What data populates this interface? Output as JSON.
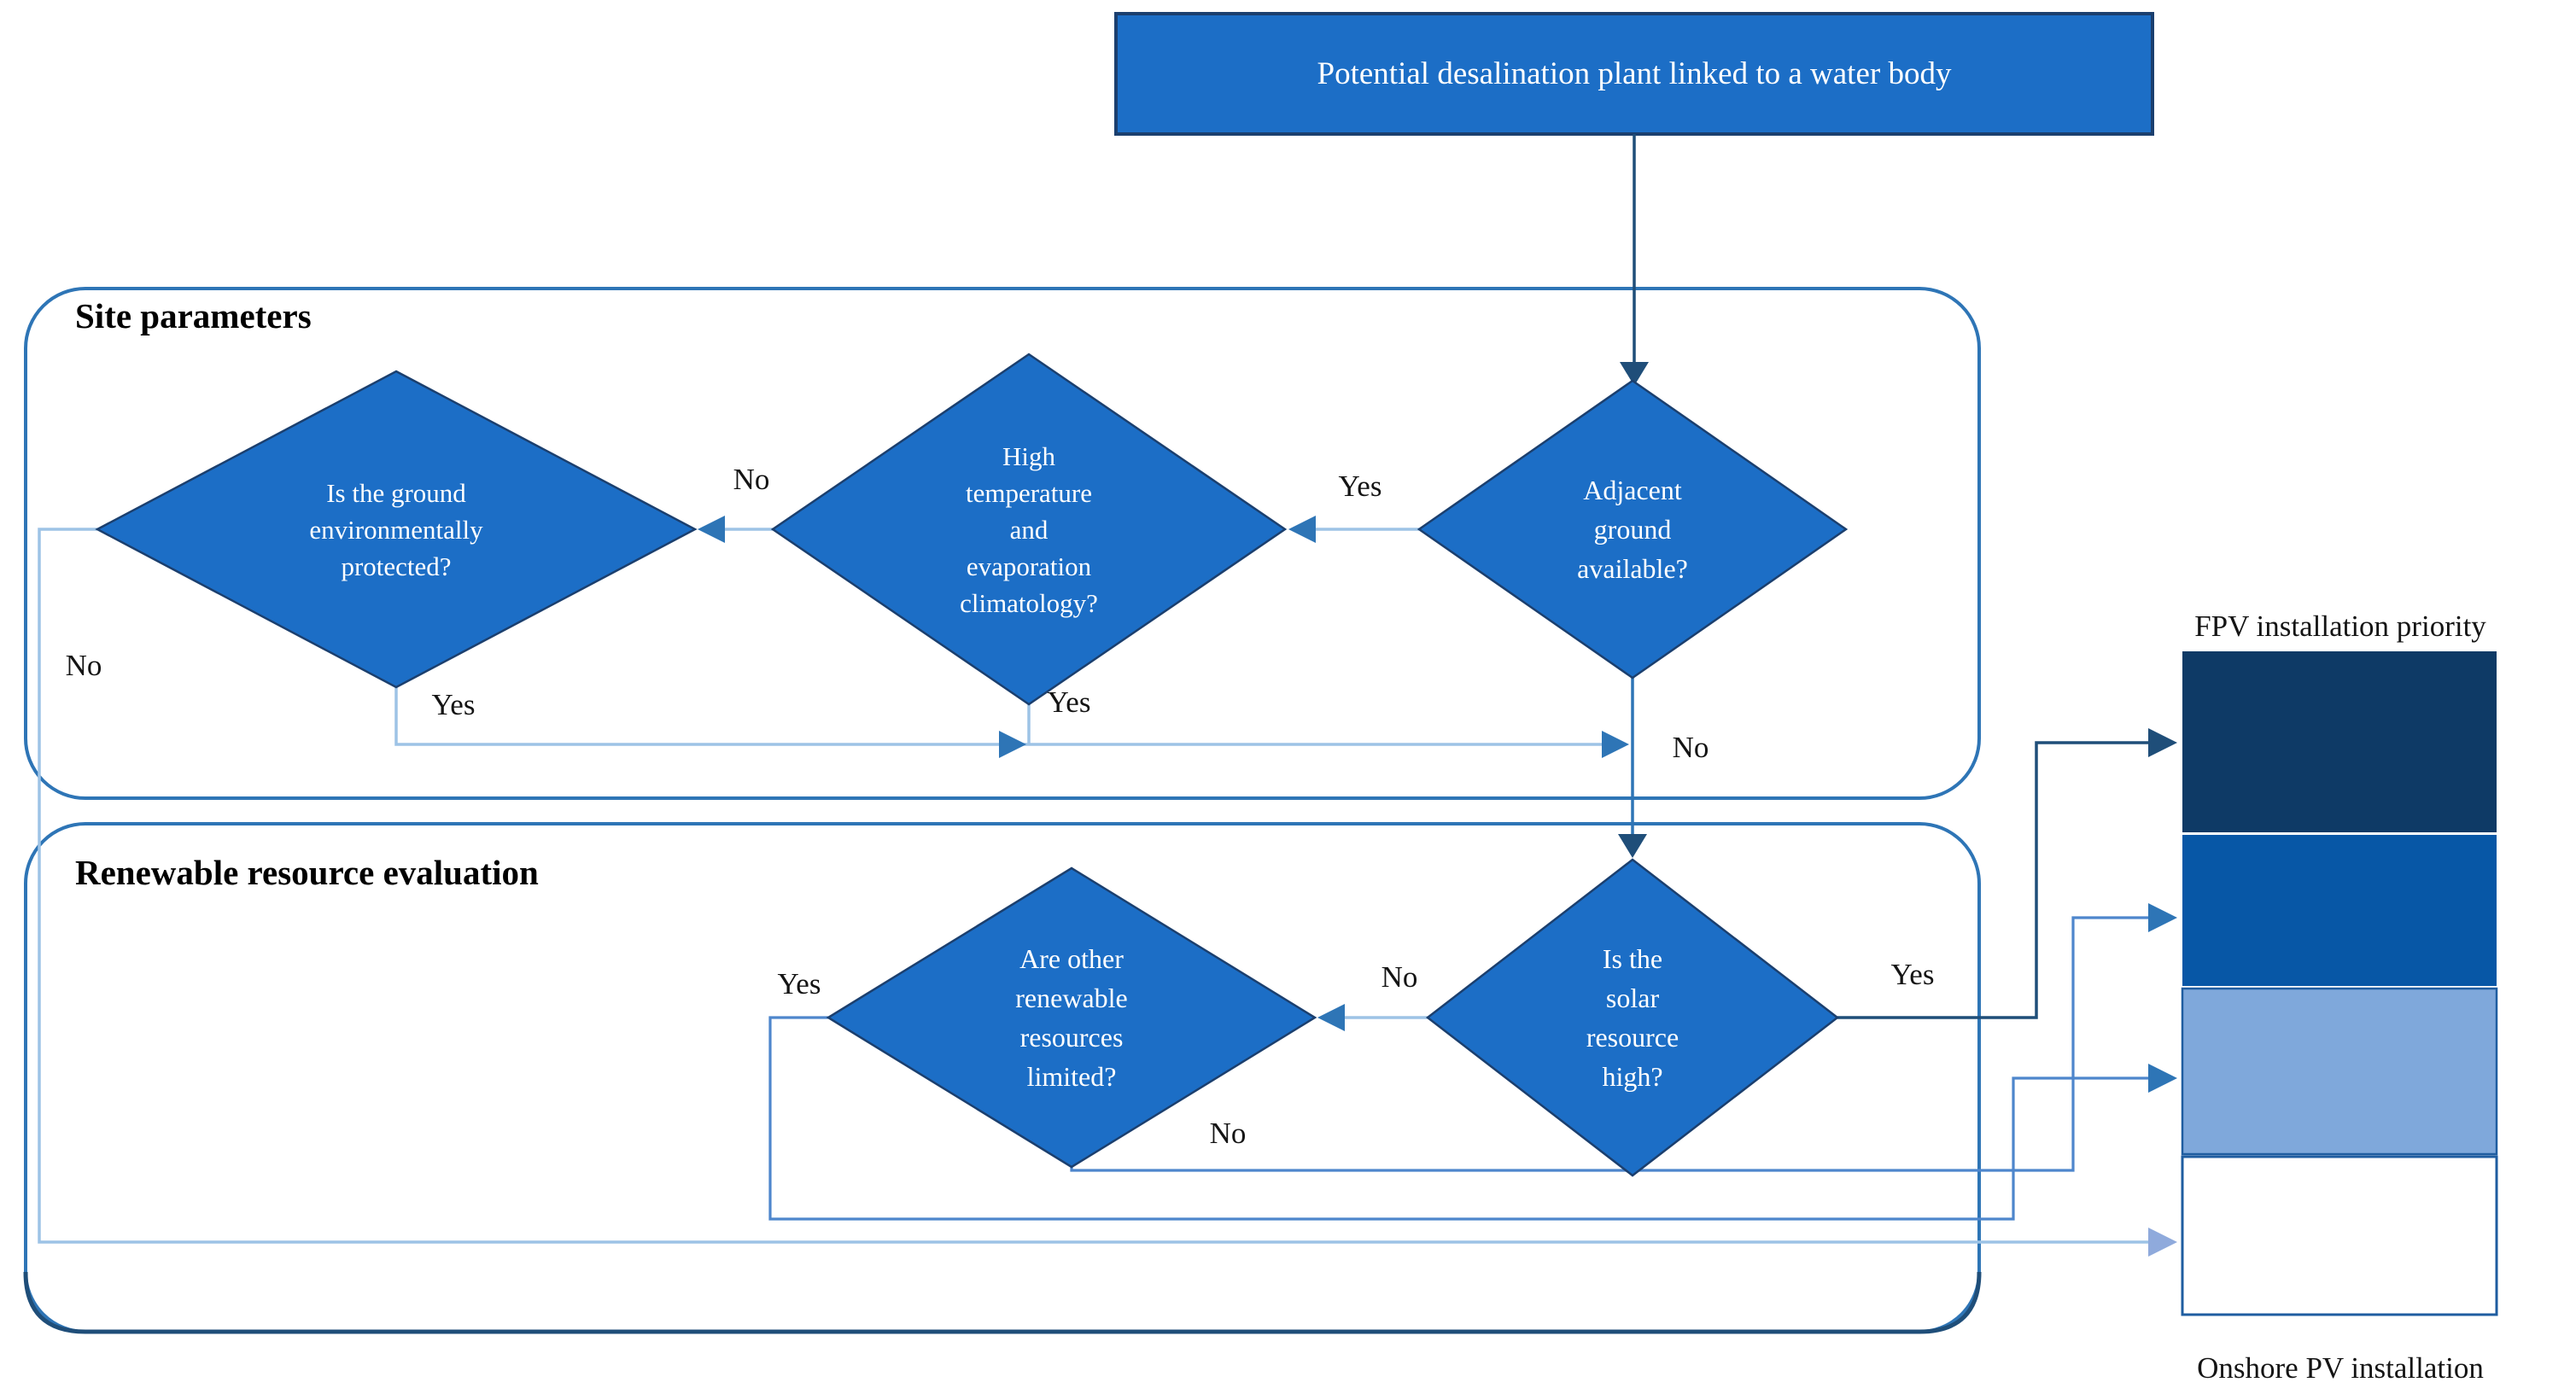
{
  "start": {
    "label": "Potential desalination plant linked to a water body"
  },
  "sections": {
    "site": {
      "title": "Site parameters"
    },
    "renewable": {
      "title": "Renewable resource evaluation"
    }
  },
  "decisions": {
    "adjacent_ground": {
      "label": "Adjacent\nground\navailable?"
    },
    "climatology": {
      "label": "High\ntemperature\nand\nevaporation\nclimatology?"
    },
    "ground_protected": {
      "label": "Is the ground\nenvironmentally\nprotected?"
    },
    "solar_resource": {
      "label": "Is the\nsolar\nresource\nhigh?"
    },
    "other_renewables": {
      "label": "Are other\nrenewable\nresources\nlimited?"
    }
  },
  "edge_labels": {
    "adjacent_to_climatology": "Yes",
    "climatology_to_protected": "No",
    "protected_to_onshore": "No",
    "protected_down": "Yes",
    "climatology_down": "Yes",
    "adjacent_down": "No",
    "solar_to_other": "No",
    "solar_to_priority1": "Yes",
    "other_to_priority3": "Yes",
    "other_to_priority2": "No"
  },
  "priority_scale": {
    "title": "FPV installation priority",
    "footer": "Onshore PV installation",
    "levels": [
      {
        "rank": 1,
        "color": "#0E3A66"
      },
      {
        "rank": 2,
        "color": "#0757A6"
      },
      {
        "rank": 3,
        "color": "#7FA8DB"
      },
      {
        "rank": 4,
        "color": "#FFFFFF"
      }
    ]
  },
  "colors": {
    "node_fill": "#1C6EC6",
    "node_stroke": "#1B3F6E",
    "container_stroke": "#2E75B6",
    "container_bottom_stroke": "#1F4E79",
    "line_dark": "#1F4E79",
    "line_mid": "#2E75B6",
    "line_mid2": "#4E86CC",
    "line_light": "#9DC3E6",
    "line_light2": "#8FAADC",
    "block_stroke": "#1F5DA0"
  }
}
